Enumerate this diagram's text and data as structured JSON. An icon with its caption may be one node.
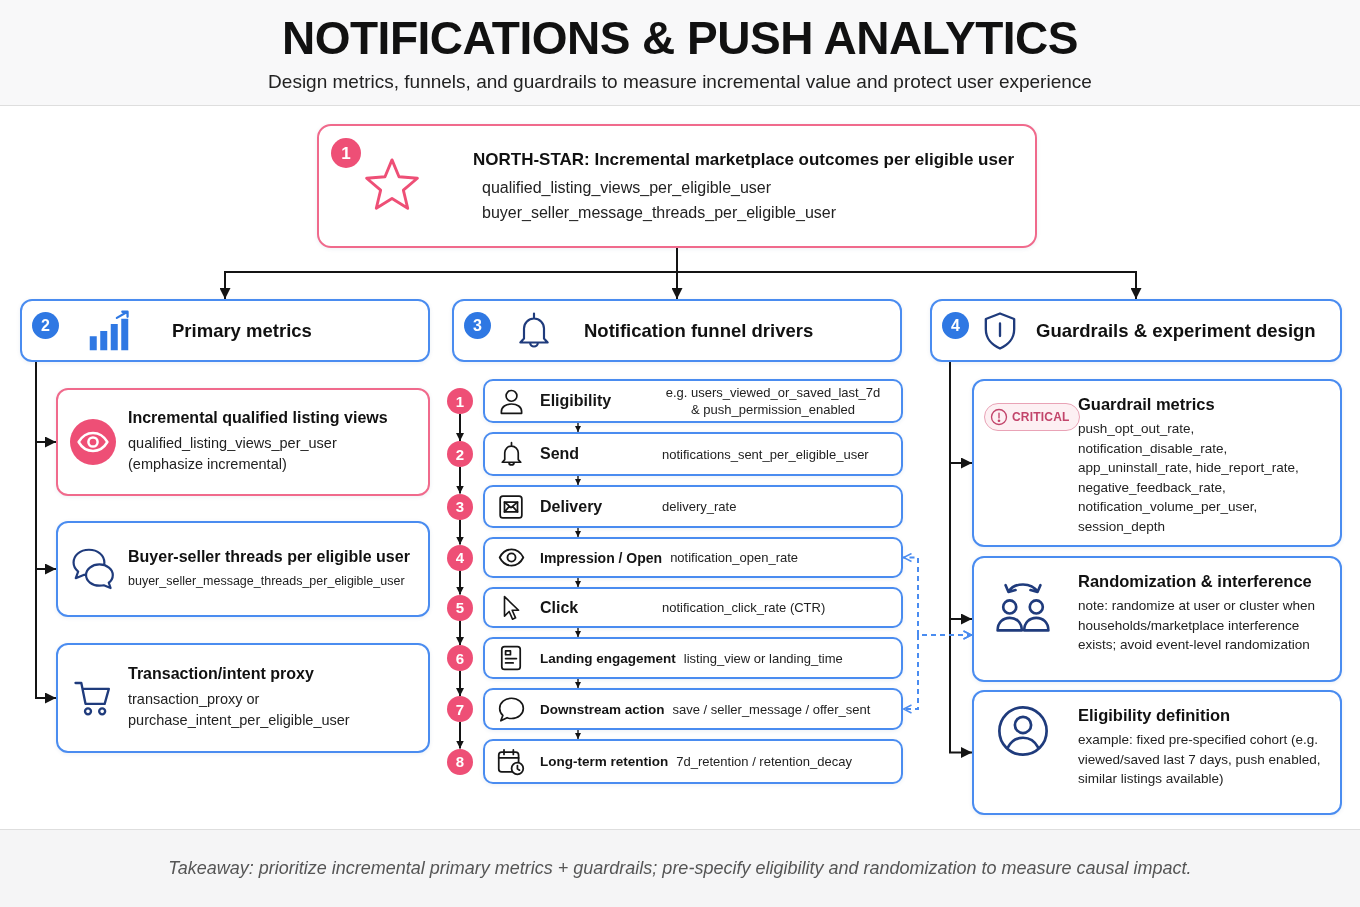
{
  "diagram": {
    "title": "NOTIFICATIONS & PUSH ANALYTICS",
    "caption": "Takeaway: prioritize incremental primary metrics + guardrails; pre-specify eligibility and randomization to measure causal impact.",
    "labels": [
      "Design metrics, funnels, and guardrails to measure incremental value and protect user experience"
    ],
    "nodes": [
      {
        "text": [
          "NORTH-STAR: Incremental marketplace outcomes per eligible user",
          "qualified_listing_views_per_eligible_user",
          "buyer_seller_message_threads_per_eligible_user"
        ]
      },
      {
        "text": [
          "1"
        ],
        "in": 0
      },
      {
        "text": [
          "Primary metrics"
        ]
      },
      {
        "text": [
          "2"
        ],
        "in": 2
      },
      {
        "text": [
          "Incremental qualified listing views",
          "qualified_listing_views_per_user (emphasize incremental)"
        ]
      },
      {
        "text": [
          "Buyer-seller threads per eligible user",
          "buyer_seller_message_threads_per_eligible_user"
        ]
      },
      {
        "text": [
          "Transaction/intent proxy",
          "transaction_proxy or purchase_intent_per_eligible_user"
        ]
      },
      {
        "text": [
          "Notification funnel drivers"
        ]
      },
      {
        "text": [
          "3"
        ],
        "in": 7
      },
      {
        "text": [
          "1"
        ]
      },
      {
        "text": [
          "Eligibility",
          "e.g. users_viewed_or_saved_last_7d & push_permission_enabled"
        ]
      },
      {
        "text": [
          "2"
        ]
      },
      {
        "text": [
          "Send",
          "notifications_sent_per_eligible_user"
        ]
      },
      {
        "text": [
          "3"
        ]
      },
      {
        "text": [
          "Delivery",
          "delivery_rate"
        ]
      },
      {
        "text": [
          "4"
        ]
      },
      {
        "text": [
          "Impression / Open",
          "notification_open_rate"
        ]
      },
      {
        "text": [
          "5"
        ]
      },
      {
        "text": [
          "Click",
          "notification_click_rate (CTR)"
        ]
      },
      {
        "text": [
          "6"
        ]
      },
      {
        "text": [
          "Landing engagement",
          "listing_view or landing_time"
        ]
      },
      {
        "text": [
          "7"
        ]
      },
      {
        "text": [
          "Downstream action",
          "save / seller_message / offer_sent"
        ]
      },
      {
        "text": [
          "8"
        ]
      },
      {
        "text": [
          "Long-term retention",
          "7d_retention / retention_decay"
        ]
      },
      {
        "text": [
          "Guardrails & experiment design"
        ]
      },
      {
        "text": [
          "4"
        ],
        "in": 25
      },
      {
        "text": [
          "Guardrail metrics",
          "push_opt_out_rate, notification_disable_rate, app_uninstall_rate, hide_report_rate, negative_feedback_rate, notification_volume_per_user, session_depth"
        ]
      },
      {
        "text": [
          "CRITICAL"
        ],
        "in": 27
      },
      {
        "text": [
          "Randomization & interference",
          "note: randomize at user or cluster when households/marketplace interference exists; avoid event-level randomization"
        ]
      },
      {
        "text": [
          "Eligibility definition",
          "example: fixed pre-specified cohort (e.g. viewed/saved last 7 days, push enabled, similar listings available)"
        ]
      }
    ],
    "edges": [
      {
        "from": 0,
        "to": 2,
        "arrow": "to"
      },
      {
        "from": 0,
        "to": 7,
        "arrow": "to"
      },
      {
        "from": 0,
        "to": 25,
        "arrow": "to"
      },
      {
        "from": 2,
        "to": 4,
        "arrow": "to"
      },
      {
        "from": 2,
        "to": 5,
        "arrow": "to"
      },
      {
        "from": 2,
        "to": 6,
        "arrow": "to"
      },
      {
        "from": 9,
        "to": 11,
        "arrow": "to"
      },
      {
        "from": 11,
        "to": 13,
        "arrow": "to"
      },
      {
        "from": 13,
        "to": 15,
        "arrow": "to"
      },
      {
        "from": 15,
        "to": 17,
        "arrow": "to"
      },
      {
        "from": 17,
        "to": 19,
        "arrow": "to"
      },
      {
        "from": 19,
        "to": 21,
        "arrow": "to"
      },
      {
        "from": 21,
        "to": 23,
        "arrow": "to"
      },
      {
        "from": 10,
        "to": 12,
        "arrow": "to"
      },
      {
        "from": 12,
        "to": 14,
        "arrow": "to"
      },
      {
        "from": 14,
        "to": 16,
        "arrow": "to"
      },
      {
        "from": 16,
        "to": 18,
        "arrow": "to"
      },
      {
        "from": 18,
        "to": 20,
        "arrow": "to"
      },
      {
        "from": 20,
        "to": 22,
        "arrow": "to"
      },
      {
        "from": 22,
        "to": 24,
        "arrow": "to"
      },
      {
        "from": 25,
        "to": 27,
        "arrow": "to"
      },
      {
        "from": 25,
        "to": 29,
        "arrow": "to"
      },
      {
        "from": 25,
        "to": 30,
        "arrow": "to"
      },
      {
        "from": 29,
        "to": 16,
        "arrow": "both",
        "style": "dashed",
        "color": "#4a8cf0"
      },
      {
        "from": 29,
        "to": 22,
        "arrow": "both",
        "style": "dashed",
        "color": "#4a8cf0"
      }
    ]
  }
}
